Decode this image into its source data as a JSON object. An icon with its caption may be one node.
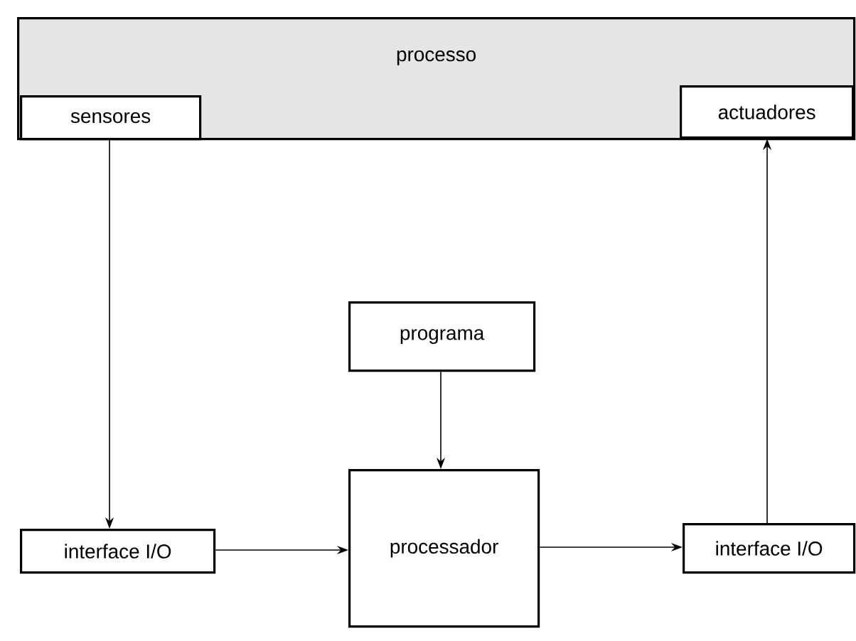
{
  "diagram": {
    "nodes": [
      {
        "text": [
          "processo"
        ]
      },
      {
        "text": [
          "sensores"
        ],
        "in": 0
      },
      {
        "text": [
          "actuadores"
        ],
        "in": 0
      },
      {
        "text": [
          "programa"
        ]
      },
      {
        "text": [
          "processador"
        ]
      },
      {
        "text": [
          "interface I/O"
        ]
      },
      {
        "text": [
          "interface I/O"
        ]
      }
    ],
    "edges": [
      {
        "from": 1,
        "to": 5,
        "arrow": "to"
      },
      {
        "from": 3,
        "to": 4,
        "arrow": "to"
      },
      {
        "from": 5,
        "to": 4,
        "arrow": "to"
      },
      {
        "from": 4,
        "to": 6,
        "arrow": "to"
      },
      {
        "from": 6,
        "to": 2,
        "arrow": "to"
      }
    ]
  }
}
